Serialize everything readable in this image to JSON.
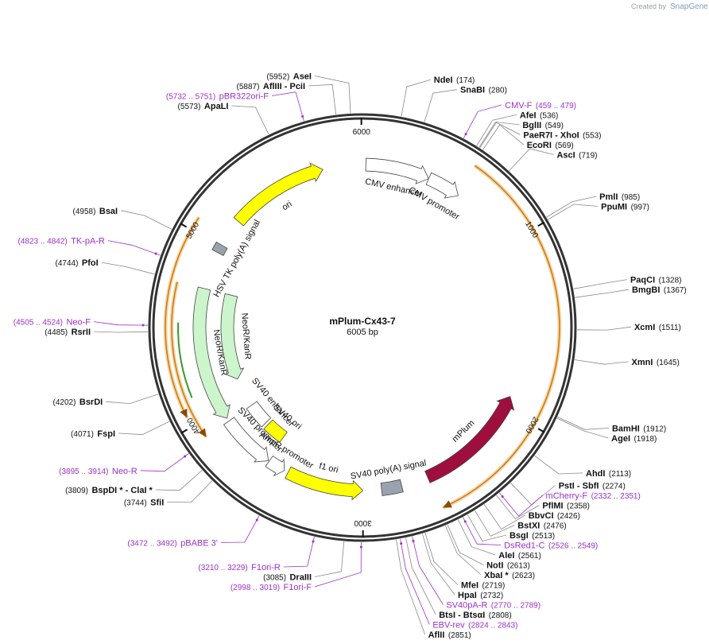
{
  "watermark": {
    "prefix": "Created by",
    "brand": "SnapGene"
  },
  "plasmid": {
    "name": "mPlum-Cx43-7",
    "length_label": "6005 bp",
    "length": 6005
  },
  "ticks": [
    {
      "pos": 1000,
      "label": "1000"
    },
    {
      "pos": 2000,
      "label": "2000"
    },
    {
      "pos": 3000,
      "label": "3000"
    },
    {
      "pos": 4000,
      "label": "4000"
    },
    {
      "pos": 5000,
      "label": "5000"
    },
    {
      "pos": 6000,
      "label": "6000"
    }
  ],
  "features": [
    {
      "name": "CMV enhancer",
      "start": 20,
      "end": 400,
      "color": "#ffffff",
      "ring": "inner",
      "direction": 1
    },
    {
      "name": "CMV promoter",
      "start": 400,
      "end": 600,
      "color": "#ffffff",
      "ring": "inner",
      "direction": 1
    },
    {
      "name": "mPlum",
      "start": 1918,
      "end": 2610,
      "color": "#9e0f3e",
      "ring": "inner",
      "direction": -1
    },
    {
      "name": "SV40 poly(A) signal",
      "start": 2770,
      "end": 2890,
      "color": "#9aa3ad",
      "ring": "inner",
      "direction": 0
    },
    {
      "name": "f1 ori",
      "start": 3000,
      "end": 3456,
      "color": "#ffff00",
      "ring": "inner",
      "direction": -1
    },
    {
      "name": "AmpR promoter",
      "start": 3480,
      "end": 3585,
      "color": "#ffffff",
      "ring": "inner",
      "direction": -1
    },
    {
      "name": "SV40 promoter",
      "start": 3590,
      "end": 3920,
      "color": "#ffffff",
      "ring": "inner",
      "direction": -1
    },
    {
      "name": "SV40 ori",
      "start": 3600,
      "end": 3740,
      "color": "#ffff00",
      "ring": "core",
      "direction": 0
    },
    {
      "name": "SV40 enhancer",
      "start": 3760,
      "end": 3920,
      "color": "#ffffff",
      "ring": "core",
      "direction": 0
    },
    {
      "name": "NeoR/KanR",
      "start": 3940,
      "end": 4735,
      "color": "#ccf5cc",
      "ring": "inner",
      "direction": -1
    },
    {
      "name": "NeoR/KanR",
      "start": 4130,
      "end": 4735,
      "color": "#ccf5cc",
      "ring": "core",
      "direction": -1
    },
    {
      "name": "HSV TK poly(A) signal",
      "start": 4960,
      "end": 5010,
      "color": "#9aa3ad",
      "ring": "inner",
      "direction": 0
    },
    {
      "name": "ori",
      "start": 5180,
      "end": 5770,
      "color": "#ffff00",
      "ring": "inner",
      "direction": 1
    }
  ],
  "orfs": [
    {
      "start": 580,
      "end": 2600,
      "direction": 1
    },
    {
      "start": 4050,
      "end": 5070,
      "direction": -1
    },
    {
      "start": 3920,
      "end": 4735,
      "direction": -1
    }
  ],
  "green_orf": {
    "start": 4130,
    "end": 4530,
    "direction": -1
  },
  "sites": [
    {
      "name": "AseI",
      "pos": "(5952)",
      "side": "right",
      "pos_value": 5952
    },
    {
      "name": "AflIII  - PciI",
      "pos": "(5887)",
      "side": "right",
      "pos_value": 5887
    },
    {
      "name": "ApaLI",
      "pos": "(5573)",
      "side": "right",
      "pos_value": 5573
    },
    {
      "name": "NdeI",
      "pos": "(174)",
      "side": "right",
      "pos_value": 174
    },
    {
      "name": "SnaBI",
      "pos": "(280)",
      "side": "right",
      "pos_value": 280
    },
    {
      "name": "AfeI",
      "pos": "(536)",
      "side": "right",
      "pos_value": 536
    },
    {
      "name": "BglII",
      "pos": "(549)",
      "side": "right",
      "pos_value": 549
    },
    {
      "name": "PaeR7I  - XhoI",
      "pos": "(553)",
      "side": "right",
      "pos_value": 553
    },
    {
      "name": "EcoRI",
      "pos": "(569)",
      "side": "right",
      "pos_value": 569
    },
    {
      "name": "AscI",
      "pos": "(719)",
      "side": "right",
      "pos_value": 719
    },
    {
      "name": "PmlI",
      "pos": "(985)",
      "side": "right",
      "pos_value": 985
    },
    {
      "name": "PpuMI",
      "pos": "(997)",
      "side": "right",
      "pos_value": 997
    },
    {
      "name": "PaqCI",
      "pos": "(1328)",
      "side": "right",
      "pos_value": 1328
    },
    {
      "name": "BmgBI",
      "pos": "(1367)",
      "side": "right",
      "pos_value": 1367
    },
    {
      "name": "XcmI",
      "pos": "(1511)",
      "side": "right",
      "pos_value": 1511
    },
    {
      "name": "XmnI",
      "pos": "(1645)",
      "side": "right",
      "pos_value": 1645
    },
    {
      "name": "BamHI",
      "pos": "(1912)",
      "side": "right",
      "pos_value": 1912
    },
    {
      "name": "AgeI",
      "pos": "(1918)",
      "side": "right",
      "pos_value": 1918
    },
    {
      "name": "AhdI",
      "pos": "(2113)",
      "side": "right",
      "pos_value": 2113
    },
    {
      "name": "PstI  - SbfI",
      "pos": "(2274)",
      "side": "right",
      "pos_value": 2274
    },
    {
      "name": "PflMI",
      "pos": "(2358)",
      "side": "right",
      "pos_value": 2358
    },
    {
      "name": "BbvCI",
      "pos": "(2426)",
      "side": "right",
      "pos_value": 2426
    },
    {
      "name": "BstXI",
      "pos": "(2476)",
      "side": "right",
      "pos_value": 2476
    },
    {
      "name": "BsgI",
      "pos": "(2513)",
      "side": "right",
      "pos_value": 2513
    },
    {
      "name": "AleI",
      "pos": "(2561)",
      "side": "right",
      "pos_value": 2561
    },
    {
      "name": "NotI",
      "pos": "(2613)",
      "side": "right",
      "pos_value": 2613
    },
    {
      "name": "XbaI *",
      "pos": "(2623)",
      "side": "right",
      "pos_value": 2623
    },
    {
      "name": "MfeI",
      "pos": "(2719)",
      "side": "right",
      "pos_value": 2719
    },
    {
      "name": "HpaI",
      "pos": "(2732)",
      "side": "right",
      "pos_value": 2732
    },
    {
      "name": "BtsI  - BtsαI",
      "pos": "(2808)",
      "side": "left",
      "pos_value": 2808
    },
    {
      "name": "AflII",
      "pos": "(2851)",
      "side": "right",
      "pos_value": 2851
    },
    {
      "name": "DraIII",
      "pos": "(3085)",
      "side": "left",
      "pos_value": 3085
    },
    {
      "name": "SfiI",
      "pos": "(3744)",
      "side": "left",
      "pos_value": 3744
    },
    {
      "name": "BspDI *  - ClaI *",
      "pos": "(3809)",
      "side": "left",
      "pos_value": 3809
    },
    {
      "name": "FspI",
      "pos": "(4071)",
      "side": "left",
      "pos_value": 4071
    },
    {
      "name": "BsrDI",
      "pos": "(4202)",
      "side": "left",
      "pos_value": 4202
    },
    {
      "name": "RsrII",
      "pos": "(4485)",
      "side": "left",
      "pos_value": 4485
    },
    {
      "name": "PfoI",
      "pos": "(4744)",
      "side": "left",
      "pos_value": 4744
    },
    {
      "name": "BsaI",
      "pos": "(4958)",
      "side": "left",
      "pos_value": 4958
    }
  ],
  "primers": [
    {
      "name": "pBR322ori-F",
      "pos": "(5732 .. 5751)",
      "side": "right",
      "pos_value": 5741
    },
    {
      "name": "CMV-F",
      "pos": "(459 .. 479)",
      "side": "left",
      "pos_value": 469
    },
    {
      "name": "mCherry-F",
      "pos": "(2332 .. 2351)",
      "side": "left",
      "pos_value": 2341
    },
    {
      "name": "DsRed1-C",
      "pos": "(2526 .. 2549)",
      "side": "left",
      "pos_value": 2537
    },
    {
      "name": "SV40pA-R",
      "pos": "(2770 .. 2789)",
      "side": "left",
      "pos_value": 2779
    },
    {
      "name": "EBV-rev",
      "pos": "(2824 .. 2843)",
      "side": "left",
      "pos_value": 2833
    },
    {
      "name": "F1ori-F",
      "pos": "(2998 .. 3019)",
      "side": "right",
      "pos_value": 3008
    },
    {
      "name": "F1ori-R",
      "pos": "(3210 .. 3229)",
      "side": "right",
      "pos_value": 3219
    },
    {
      "name": "pBABE 3'",
      "pos": "(3472 .. 3492)",
      "side": "right",
      "pos_value": 3482
    },
    {
      "name": "Neo-R",
      "pos": "(3895 .. 3914)",
      "side": "right",
      "pos_value": 3904
    },
    {
      "name": "Neo-F",
      "pos": "(4505 .. 4524)",
      "side": "right",
      "pos_value": 4514
    },
    {
      "name": "TK-pA-R",
      "pos": "(4823 .. 4842)",
      "side": "right",
      "pos_value": 4832
    }
  ]
}
